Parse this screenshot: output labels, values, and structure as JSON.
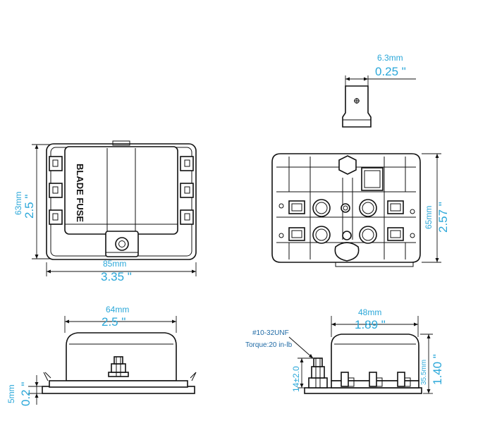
{
  "dimensions": {
    "terminal_width_mm": "6.3mm",
    "terminal_width_in": "0.25 \"",
    "height_mm": "63mm",
    "height_in": "2.5 \"",
    "label": "BLADE FUSE",
    "length_mm": "85mm",
    "length_in": "3.35 \"",
    "back_height_mm": "65mm",
    "back_height_in": "2.57 \"",
    "side_length_mm": "64mm",
    "side_length_in": "2.5 \"",
    "base_thickness_mm": "5mm",
    "base_thickness_in": "0.2 \"",
    "end_width_mm": "48mm",
    "end_width_in": "1.89 \"",
    "thread_spec": "#10-32UNF",
    "torque_spec": "Torque:20 in-lb",
    "stud_height": "14±2.0",
    "end_height_mm": "35.5mm",
    "end_height_in": "1.40 \""
  },
  "colors": {
    "dimension_text": "#2aa7d9",
    "outline": "#111111",
    "callout_text": "#1f6aa5"
  }
}
